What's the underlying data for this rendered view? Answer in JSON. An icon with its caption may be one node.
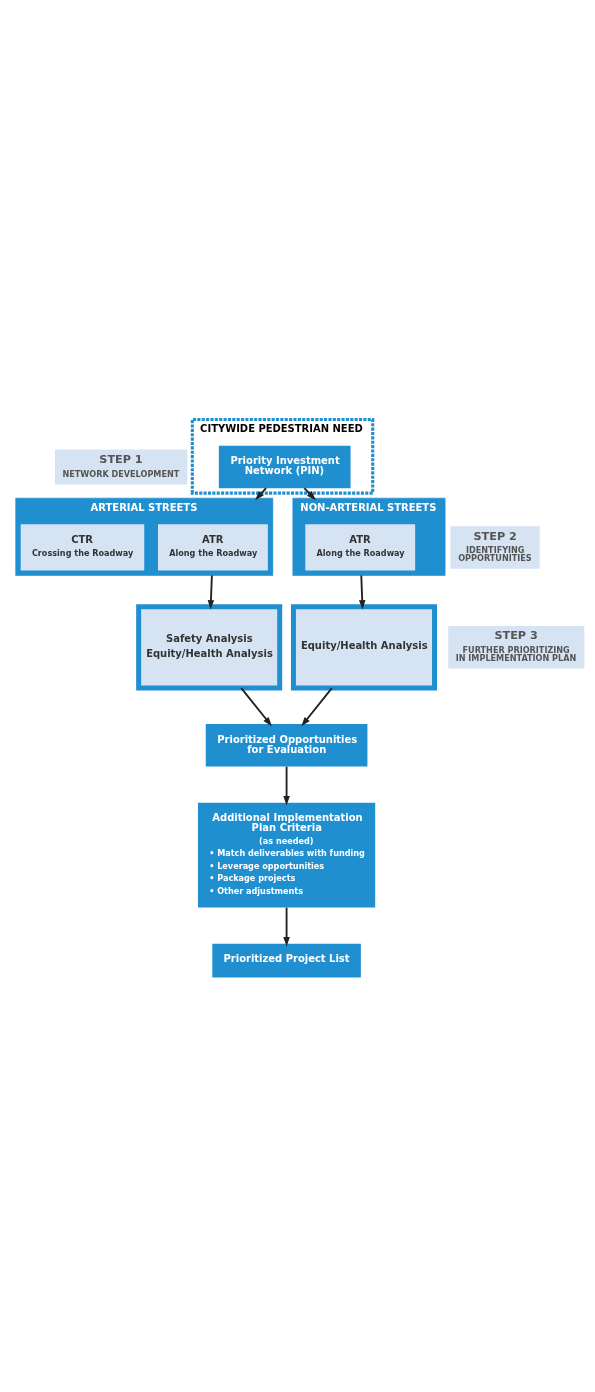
{
  "diagram": {
    "nodes": [
      {
        "text": [
          "STEP 1",
          "NETWORK DEVELOPMENT"
        ]
      },
      {
        "text": [
          "CITYWIDE PEDESTRIAN NEED"
        ]
      },
      {
        "text": [
          "Priority Investment Network (PIN)"
        ],
        "in": 1
      },
      {
        "text": [
          "STEP 2",
          "IDENTIFYING OPPORTUNITIES"
        ]
      },
      {
        "text": [
          "ARTERIAL STREETS"
        ]
      },
      {
        "text": [
          "ATR",
          "Along the Roadway"
        ],
        "in": 4
      },
      {
        "text": [
          "CTR",
          "Crossing the Roadway"
        ],
        "in": 4
      },
      {
        "text": [
          "NON-ARTERIAL STREETS"
        ]
      },
      {
        "text": [
          "ATR",
          "Along the Roadway"
        ],
        "in": 7
      },
      {
        "text": [
          "STEP 3",
          "FURTHER PRIORITIZING IN IMPLEMENTATION PLAN"
        ]
      },
      {
        "text": [
          "Safety Analysis",
          "Equity/Health Analysis"
        ]
      },
      {
        "text": [
          "Equity/Health Analysis"
        ]
      },
      {
        "text": [
          "Prioritized Opportunities for Evaluation"
        ]
      },
      {
        "text": [
          "Additional Implementation Plan Criteria",
          "(as needed)",
          "• Match deliverables with funding",
          "• Leverage opportunities",
          "• Package projects",
          "• Other adjustments"
        ]
      },
      {
        "text": [
          "Prioritized Project List"
        ]
      }
    ],
    "edges": [
      {
        "from": 2,
        "to": 4,
        "arrow": "to"
      },
      {
        "from": 2,
        "to": 7,
        "arrow": "to"
      },
      {
        "from": 4,
        "to": 10,
        "arrow": "to"
      },
      {
        "from": 7,
        "to": 11,
        "arrow": "to"
      },
      {
        "from": 10,
        "to": 12,
        "arrow": "to"
      },
      {
        "from": 11,
        "to": 12,
        "arrow": "to"
      },
      {
        "from": 12,
        "to": 13,
        "arrow": "to"
      },
      {
        "from": 13,
        "to": 14,
        "arrow": "to"
      }
    ]
  }
}
